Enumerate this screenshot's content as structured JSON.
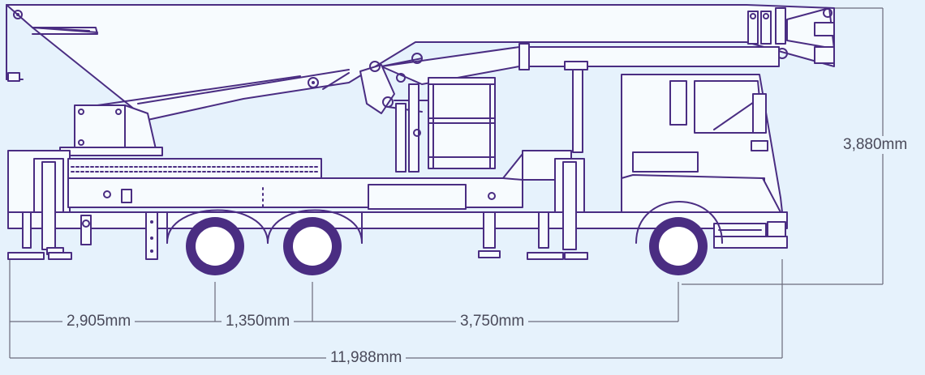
{
  "colors": {
    "background": "#e6f2fc",
    "outline": "#4a2d82",
    "tyre": "#4a2d82",
    "dimension_line": "#6b6b7b"
  },
  "dimensions": {
    "height": "3,880mm",
    "rear_overhang": "2,905mm",
    "axle_spacing": "1,350mm",
    "wheelbase": "3,750mm",
    "overall_length": "11,988mm"
  }
}
